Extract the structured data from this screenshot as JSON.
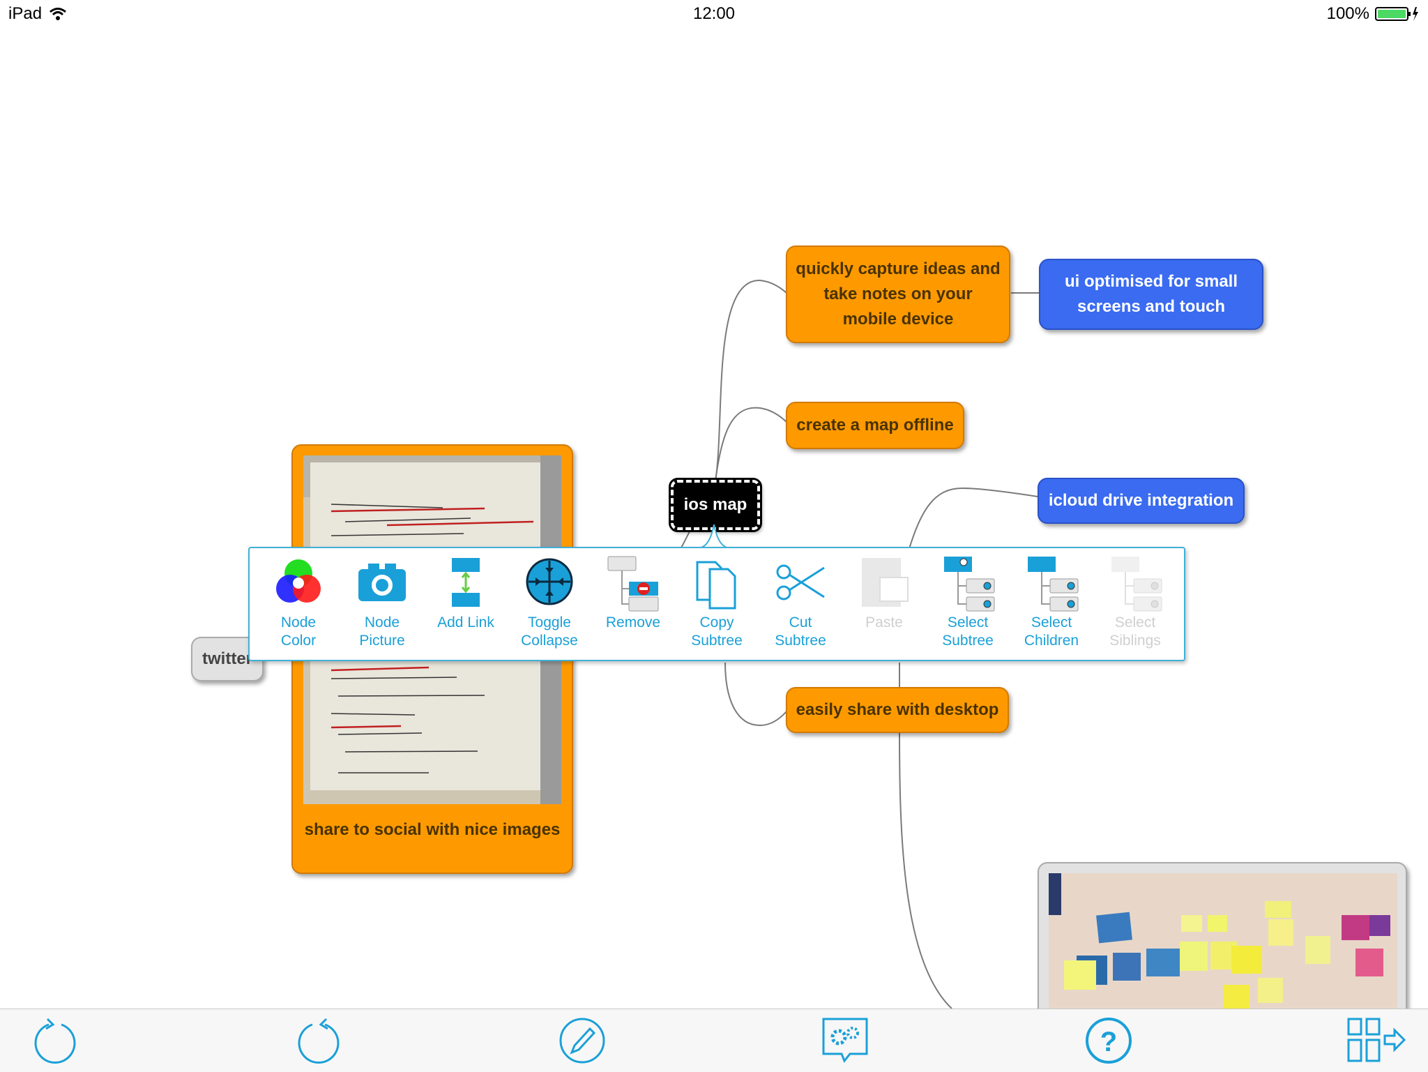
{
  "status_bar": {
    "device": "iPad",
    "time": "12:00",
    "battery": "100%"
  },
  "nodes": {
    "root": "ios map",
    "capture": "quickly capture ideas and take notes on your mobile device",
    "ui": "ui optimised for small screens and touch",
    "offline": "create a map offline",
    "icloud": "icloud drive integration",
    "share_desktop": "easily share with desktop",
    "twitter": "twitter",
    "social": "share to social with nice images"
  },
  "toolbar": [
    {
      "label": "Node\nColor",
      "icon": "color-circles-icon",
      "enabled": true
    },
    {
      "label": "Node\nPicture",
      "icon": "camera-icon",
      "enabled": true
    },
    {
      "label": "Add Link",
      "icon": "add-link-icon",
      "enabled": true
    },
    {
      "label": "Toggle\nCollapse",
      "icon": "collapse-icon",
      "enabled": true
    },
    {
      "label": "Remove",
      "icon": "remove-icon",
      "enabled": true
    },
    {
      "label": "Copy\nSubtree",
      "icon": "copy-icon",
      "enabled": true
    },
    {
      "label": "Cut\nSubtree",
      "icon": "scissors-icon",
      "enabled": true
    },
    {
      "label": "Paste",
      "icon": "paste-icon",
      "enabled": false
    },
    {
      "label": "Select\nSubtree",
      "icon": "select-subtree-icon",
      "enabled": true
    },
    {
      "label": "Select\nChildren",
      "icon": "select-children-icon",
      "enabled": true
    },
    {
      "label": "Select\nSiblings",
      "icon": "select-siblings-icon",
      "enabled": false
    }
  ],
  "bottom_bar": [
    "undo-icon",
    "redo-icon",
    "pencil-icon",
    "settings-icon",
    "help-icon",
    "layout-icon"
  ],
  "colors": {
    "orange": "#fe9a00",
    "blue": "#3a6bf0",
    "accent": "#1aa0d8"
  }
}
